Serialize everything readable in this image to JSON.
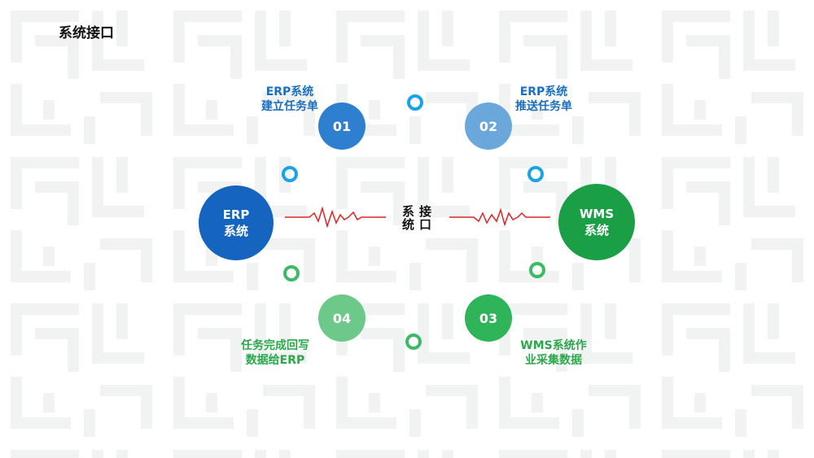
{
  "title": "系统接口",
  "center": {
    "chars": [
      "系",
      "接",
      "统",
      "口"
    ]
  },
  "erp_node": {
    "line1": "ERP",
    "line2": "系统"
  },
  "wms_node": {
    "line1": "WMS",
    "line2": "系统"
  },
  "steps": [
    {
      "num": "01",
      "line1": "ERP系统",
      "line2": "建立任务单"
    },
    {
      "num": "02",
      "line1": "ERP系统",
      "line2": "推送任务单"
    },
    {
      "num": "03",
      "line1": "WMS系统作",
      "line2": "业采集数据"
    },
    {
      "num": "04",
      "line1": "任务完成回写",
      "line2": "数据给ERP"
    }
  ],
  "colors": {
    "blue_dark": "#1565c0",
    "blue_mid": "#2f7fd0",
    "blue_light": "#6aa7db",
    "ring_blue": "#1aa3e8",
    "green_dark": "#1a9e46",
    "green_mid": "#2fb45a",
    "green_light": "#6cc98a",
    "ring_green": "#3dba66",
    "wave": "#e02424",
    "label_blue": "#1a6fc0",
    "label_green": "#2aa84a"
  }
}
